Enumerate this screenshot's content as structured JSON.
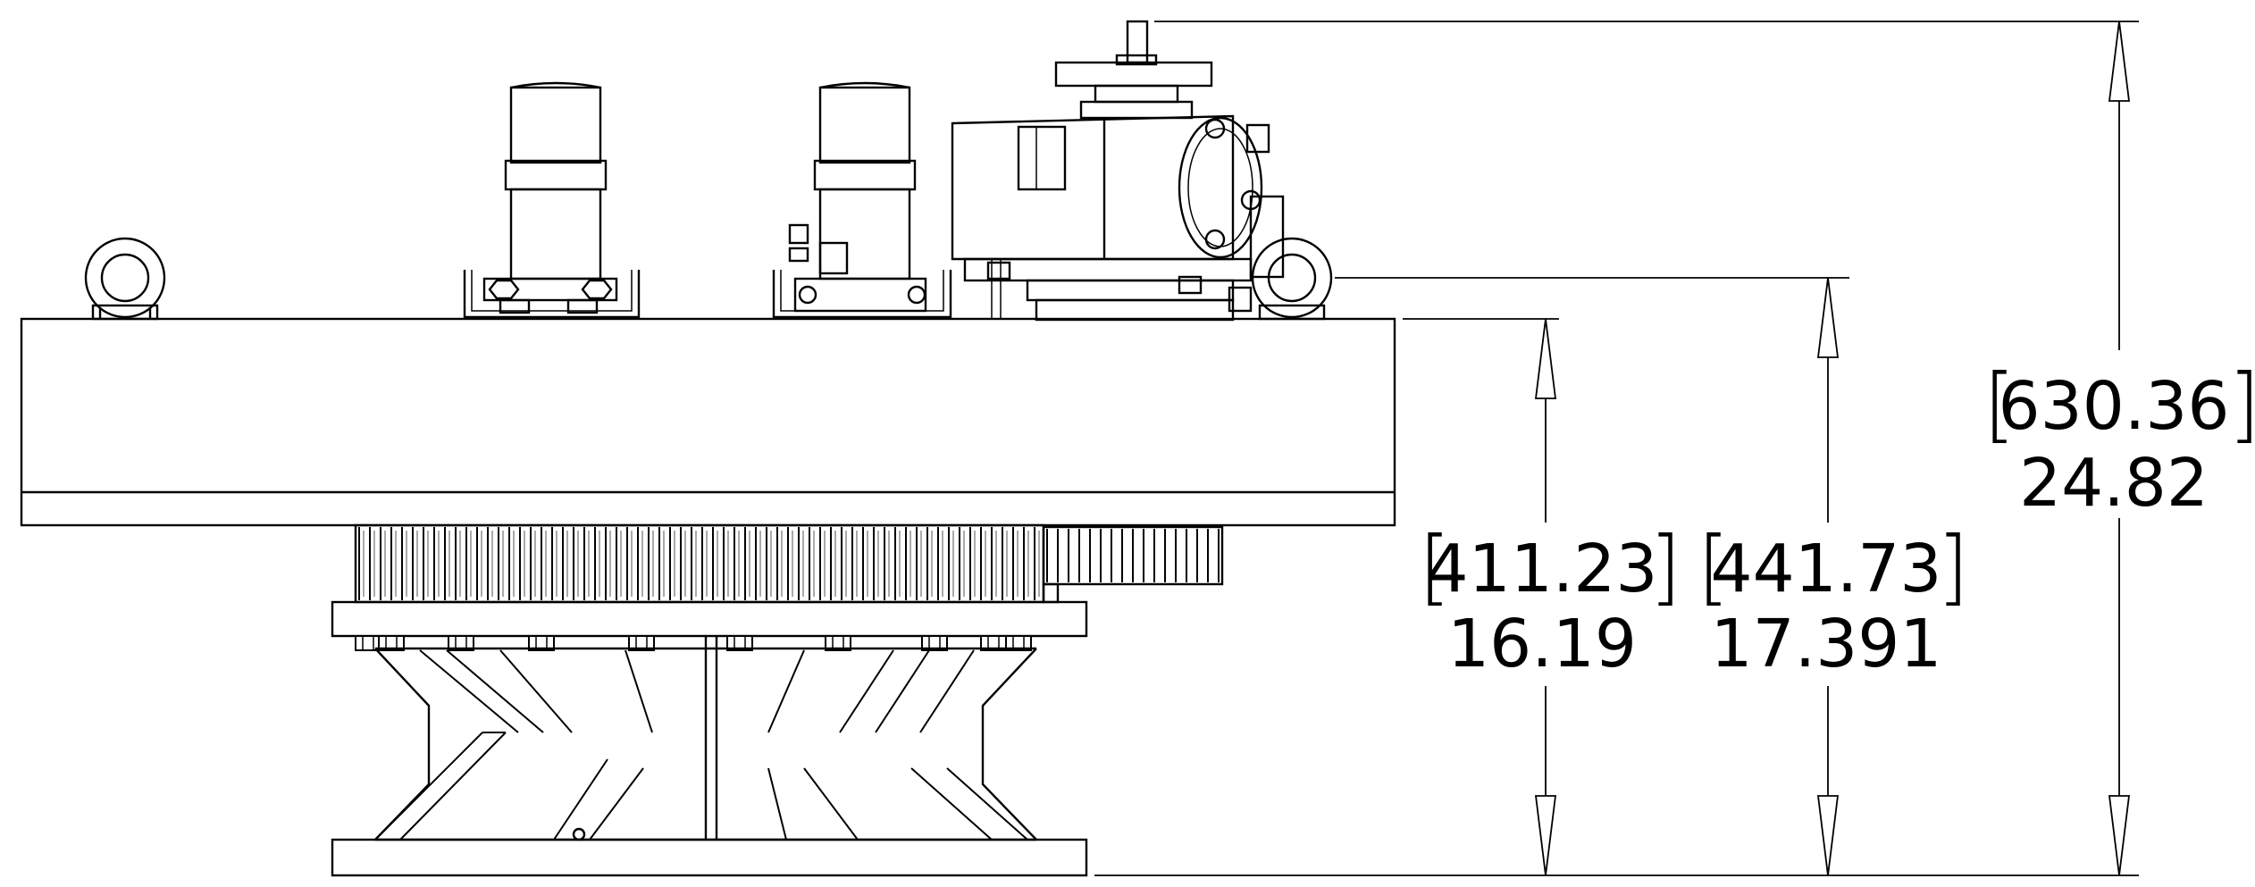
{
  "dimensions": [
    {
      "metric": "411.23",
      "imperial": "16.19"
    },
    {
      "metric": "441.73",
      "imperial": "17.391"
    },
    {
      "metric": "630.36",
      "imperial": "24.82"
    }
  ]
}
